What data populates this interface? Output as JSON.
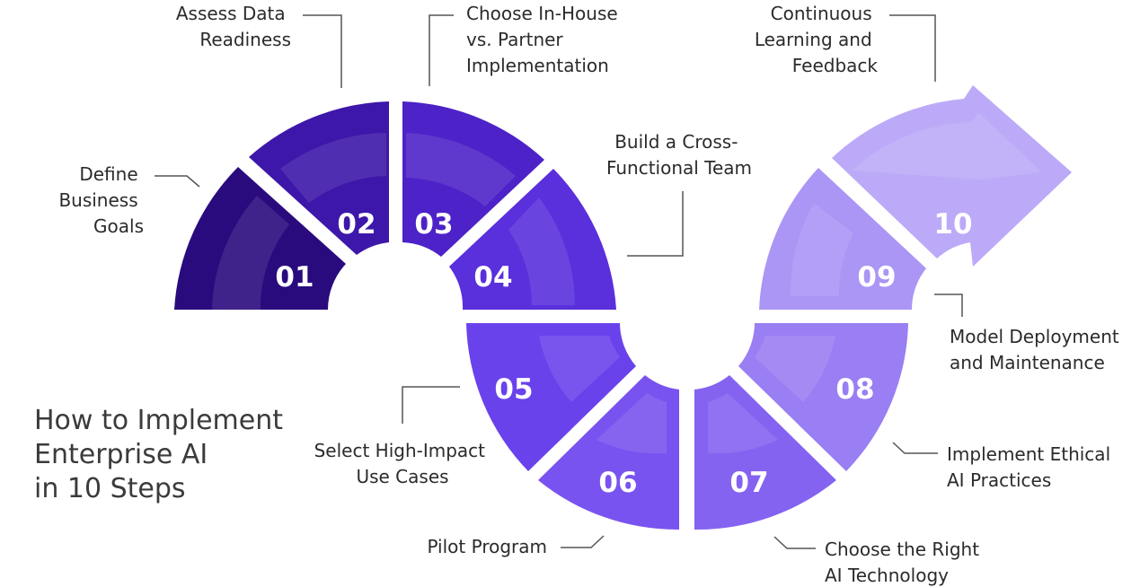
{
  "title_lines": [
    "How to Implement",
    "Enterprise AI",
    "in 10 Steps"
  ],
  "steps": [
    {
      "number": "01",
      "label_lines": [
        "Define",
        "Business",
        "Goals"
      ],
      "color": "#2a0b7e"
    },
    {
      "number": "02",
      "label_lines": [
        "Assess Data",
        "Readiness"
      ],
      "color": "#3d17a9"
    },
    {
      "number": "03",
      "label_lines": [
        "Choose In-House",
        "vs. Partner",
        "Implementation"
      ],
      "color": "#4d22c8"
    },
    {
      "number": "04",
      "label_lines": [
        "Build a Cross-",
        "Functional Team"
      ],
      "color": "#5a2fdc"
    },
    {
      "number": "05",
      "label_lines": [
        "Select High-Impact",
        "Use Cases"
      ],
      "color": "#6a42ec"
    },
    {
      "number": "06",
      "label_lines": [
        "Pilot Program"
      ],
      "color": "#7953ef"
    },
    {
      "number": "07",
      "label_lines": [
        "Choose the Right",
        "AI Technology"
      ],
      "color": "#8463f1"
    },
    {
      "number": "08",
      "label_lines": [
        "Implement Ethical",
        "AI Practices"
      ],
      "color": "#9a7ef3"
    },
    {
      "number": "09",
      "label_lines": [
        "Model Deployment",
        "and Maintenance"
      ],
      "color": "#ab95f5"
    },
    {
      "number": "10",
      "label_lines": [
        "Continuous",
        "Learning and",
        "Feedback"
      ],
      "color": "#bcaaf8"
    }
  ]
}
